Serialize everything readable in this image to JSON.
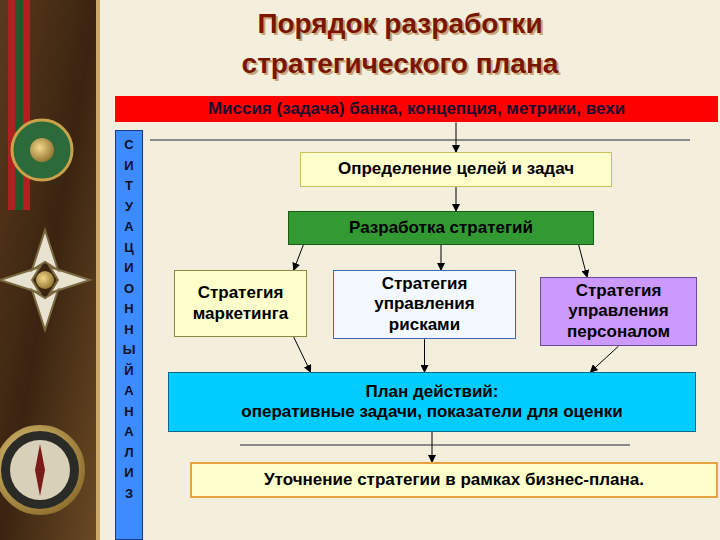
{
  "diagram": {
    "title": "Порядок разработки стратегического плана",
    "nodes": [
      {
        "text": [
          "Миссия (задача) банка, концепция, метрики, вехи"
        ]
      },
      {
        "text": [
          "СИТУАЦИОННЫЙ АНАЛИЗ"
        ]
      },
      {
        "text": [
          "Определение целей и задач"
        ]
      },
      {
        "text": [
          "Разработка стратегий"
        ]
      },
      {
        "text": [
          "Стратегия маркетинга"
        ]
      },
      {
        "text": [
          "Стратегия управления рисками"
        ]
      },
      {
        "text": [
          "Стратегия управления персоналом"
        ]
      },
      {
        "text": [
          "План действий:",
          "оперативные задачи, показатели для оценки"
        ]
      },
      {
        "text": [
          "Уточнение стратегии в рамках бизнес-плана."
        ]
      }
    ],
    "edges": [
      {
        "from": 0,
        "to": 2,
        "arrow": "to"
      },
      {
        "from": 2,
        "to": 3,
        "arrow": "to"
      },
      {
        "from": 3,
        "to": 4,
        "arrow": "to"
      },
      {
        "from": 3,
        "to": 5,
        "arrow": "to"
      },
      {
        "from": 3,
        "to": 6,
        "arrow": "to"
      },
      {
        "from": 4,
        "to": 7,
        "arrow": "to"
      },
      {
        "from": 5,
        "to": 7,
        "arrow": "to"
      },
      {
        "from": 6,
        "to": 7,
        "arrow": "to"
      },
      {
        "from": 7,
        "to": 8,
        "arrow": "to"
      }
    ]
  }
}
